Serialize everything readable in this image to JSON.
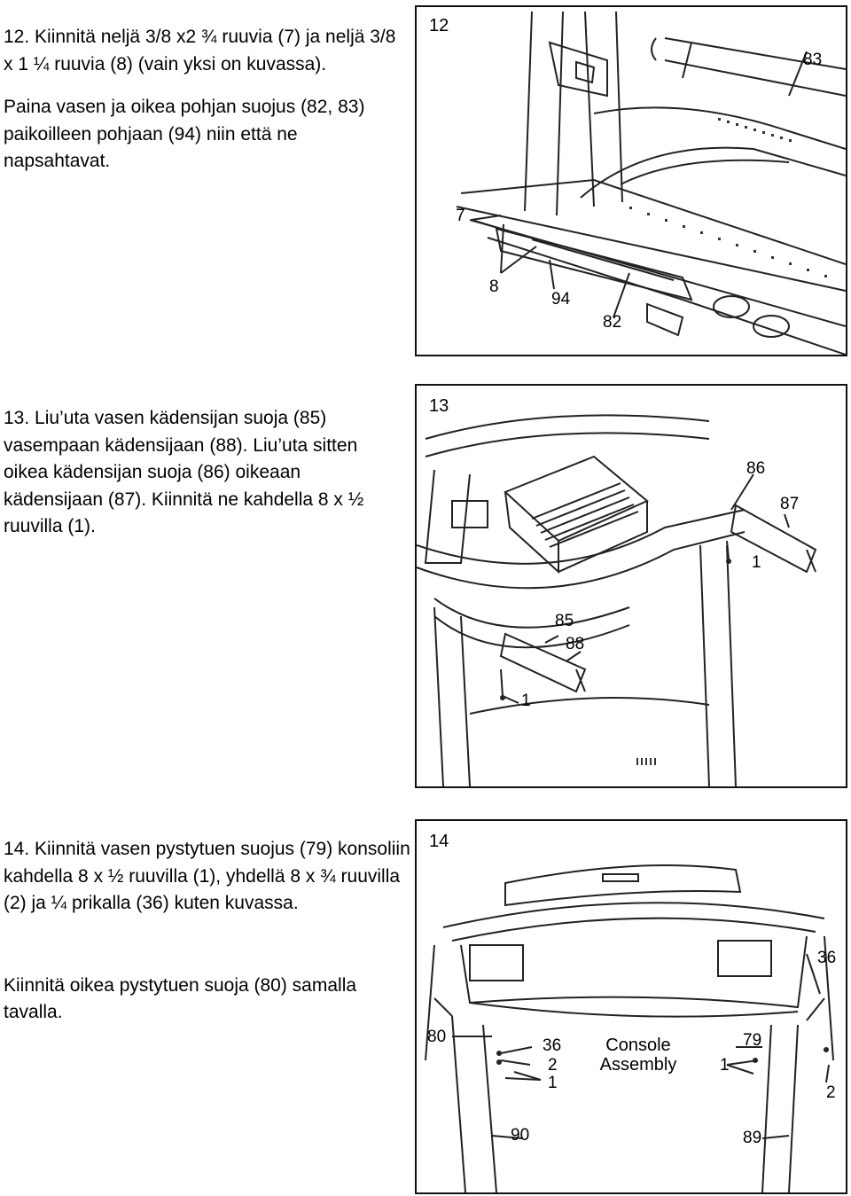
{
  "step12": {
    "para1": "12. Kiinnitä neljä 3/8 x2 ¾ ruuvia (7) ja neljä 3/8 x 1 ¼ ruuvia (8) (vain yksi on kuvassa).",
    "para2": "Paina vasen ja oikea pohjan suojus (82, 83) paikoilleen pohjaan (94) niin että ne napsahtavat.",
    "figure_number": "12",
    "callouts": {
      "c83": "83",
      "c7": "7",
      "c8": "8",
      "c94": "94",
      "c82": "82"
    }
  },
  "step13": {
    "para1": "13. Liu’uta vasen kädensijan suoja (85) vasempaan kädensijaan (88). Liu’uta sitten oikea kädensijan suoja (86) oikeaan kädensijaan (87). Kiinnitä ne kahdella 8 x ½ ruuvilla (1).",
    "figure_number": "13",
    "callouts": {
      "c86": "86",
      "c87": "87",
      "c1a": "1",
      "c85": "85",
      "c88": "88",
      "c1b": "1"
    }
  },
  "step14": {
    "para1": "14. Kiinnitä vasen pystytuen suojus (79) konsoliin kahdella 8 x ½ ruuvilla (1), yhdellä 8 x ¾ ruuvilla (2) ja ¼ prikalla (36) kuten kuvassa.",
    "para2": "Kiinnitä oikea pystytuen suoja (80) samalla tavalla.",
    "figure_number": "14",
    "console_label_line1": "Console",
    "console_label_line2": "Assembly",
    "callouts": {
      "c36a": "36",
      "c80": "80",
      "c36b": "36",
      "c2a": "2",
      "c1a": "1",
      "c79": "79",
      "c1b": "1",
      "c2b": "2",
      "c90": "90",
      "c89": "89"
    }
  }
}
